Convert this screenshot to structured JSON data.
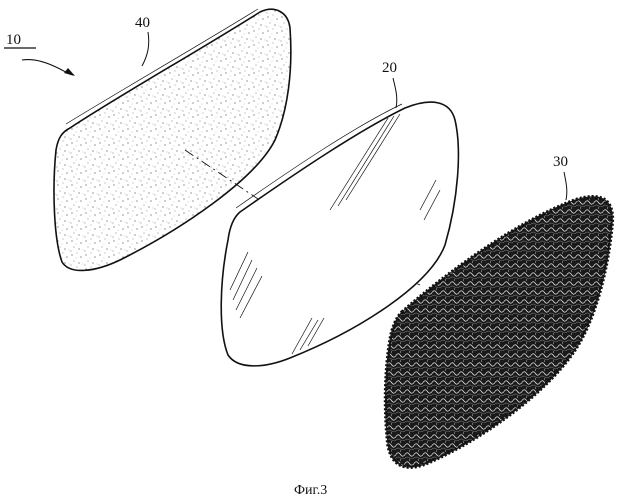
{
  "figure": {
    "caption": "Фиг.3",
    "assembly_label": "10",
    "parts": [
      {
        "label": "40",
        "fill": "speckled"
      },
      {
        "label": "20",
        "fill": "transparent"
      },
      {
        "label": "30",
        "fill": "mesh"
      }
    ]
  },
  "colors": {
    "ink": "#111111",
    "paper": "#ffffff"
  }
}
